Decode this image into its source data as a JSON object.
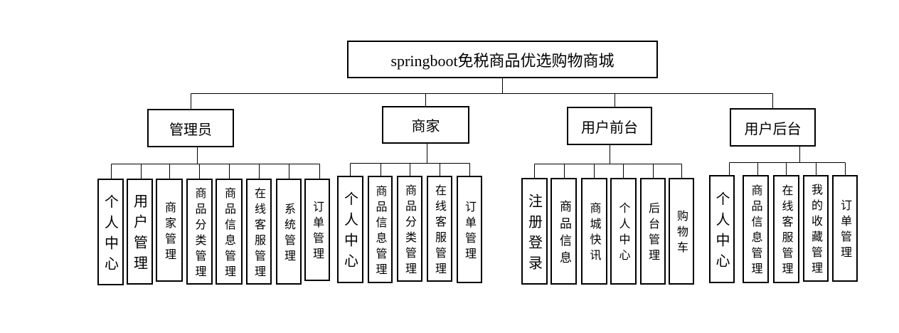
{
  "root": {
    "label": "springboot免税商品优选购物商城"
  },
  "groups": [
    {
      "label": "管理员",
      "children": [
        "个人中心",
        "用户管理",
        "商家管理",
        "商品分类管理",
        "商品信息管理",
        "在线客服管理",
        "系统管理",
        "订单管理"
      ]
    },
    {
      "label": "商家",
      "children": [
        "个人中心",
        "商品信息管理",
        "商品分类管理",
        "在线客服管理",
        "订单管理"
      ]
    },
    {
      "label": "用户前台",
      "children": [
        "注册登录",
        "商品信息",
        "商城快讯",
        "个人中心",
        "后台管理",
        "购物车"
      ]
    },
    {
      "label": "用户后台",
      "children": [
        "个人中心",
        "商品信息管理",
        "在线客服管理",
        "我的收藏管理",
        "订单管理"
      ]
    }
  ]
}
